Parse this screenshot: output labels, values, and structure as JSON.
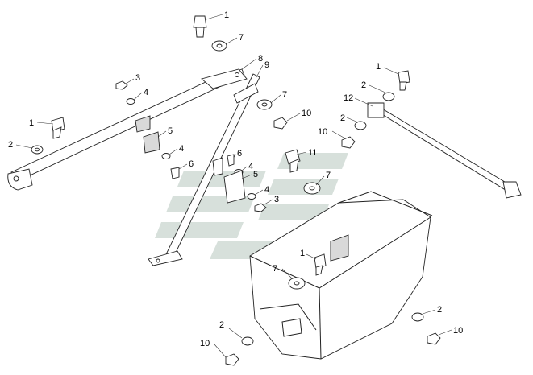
{
  "diagram": {
    "callouts": [
      {
        "id": "c1",
        "label": "1"
      },
      {
        "id": "c2",
        "label": "7"
      },
      {
        "id": "c3",
        "label": "8"
      },
      {
        "id": "c4",
        "label": "9"
      },
      {
        "id": "c5",
        "label": "3"
      },
      {
        "id": "c6",
        "label": "4"
      },
      {
        "id": "c7",
        "label": "7"
      },
      {
        "id": "c8",
        "label": "10"
      },
      {
        "id": "c9",
        "label": "1"
      },
      {
        "id": "c10",
        "label": "2"
      },
      {
        "id": "c11",
        "label": "12"
      },
      {
        "id": "c12",
        "label": "2"
      },
      {
        "id": "c13",
        "label": "10"
      },
      {
        "id": "c14",
        "label": "1"
      },
      {
        "id": "c15",
        "label": "2"
      },
      {
        "id": "c16",
        "label": "5"
      },
      {
        "id": "c17",
        "label": "4"
      },
      {
        "id": "c18",
        "label": "6"
      },
      {
        "id": "c19",
        "label": "6"
      },
      {
        "id": "c20",
        "label": "4"
      },
      {
        "id": "c21",
        "label": "5"
      },
      {
        "id": "c22",
        "label": "4"
      },
      {
        "id": "c23",
        "label": "3"
      },
      {
        "id": "c24",
        "label": "11"
      },
      {
        "id": "c25",
        "label": "7"
      },
      {
        "id": "c26",
        "label": "7"
      },
      {
        "id": "c27",
        "label": "1"
      },
      {
        "id": "c28",
        "label": "2"
      },
      {
        "id": "c29",
        "label": "10"
      },
      {
        "id": "c30",
        "label": "2"
      },
      {
        "id": "c31",
        "label": "10"
      }
    ]
  }
}
